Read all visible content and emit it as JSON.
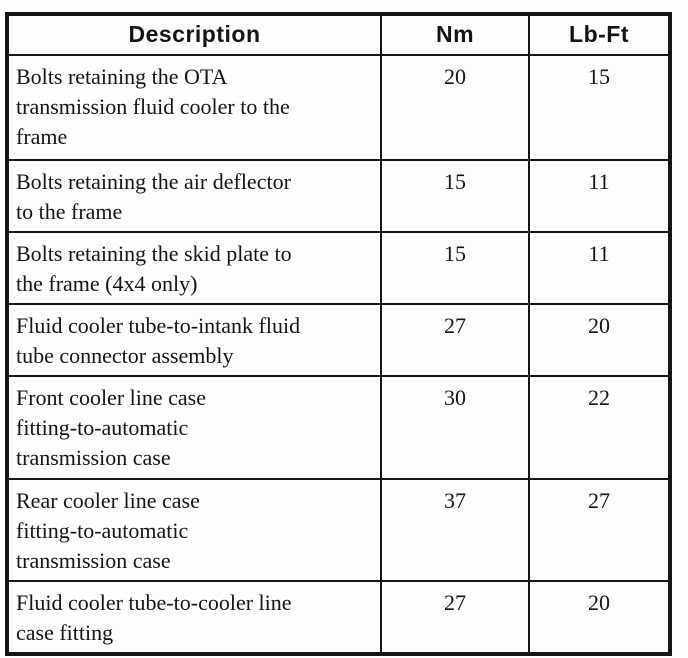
{
  "table": {
    "title_semantic": "transmission-fluid-cooler-torque-specifications",
    "headers": {
      "description": "Description",
      "nm": "Nm",
      "lbft": "Lb-Ft"
    },
    "rows": [
      {
        "description": "Bolts retaining the OTA\ntransmission fluid cooler to the\nframe",
        "nm": "20",
        "lbft": "15"
      },
      {
        "description": "Bolts retaining the air deflector\nto the frame",
        "nm": "15",
        "lbft": "11"
      },
      {
        "description": "Bolts retaining the skid plate to\nthe frame (4x4 only)",
        "nm": "15",
        "lbft": "11"
      },
      {
        "description": "Fluid cooler tube-to-intank fluid\ntube connector assembly",
        "nm": "27",
        "lbft": "20"
      },
      {
        "description": "Front cooler line case\nfitting-to-automatic\ntransmission case",
        "nm": "30",
        "lbft": "22"
      },
      {
        "description": "Rear cooler line case\nfitting-to-automatic\ntransmission case",
        "nm": "37",
        "lbft": "27"
      },
      {
        "description": "Fluid cooler tube-to-cooler line\ncase fitting",
        "nm": "27",
        "lbft": "20"
      }
    ],
    "colors": {
      "text": "#141414",
      "border": "#161616",
      "background": "#fdfdfc"
    }
  }
}
